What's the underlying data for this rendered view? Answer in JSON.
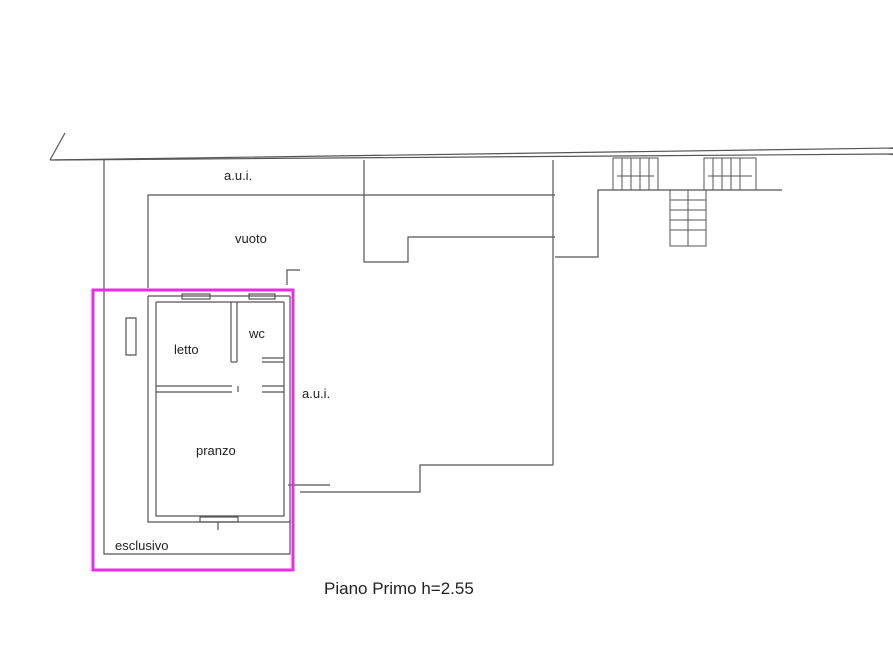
{
  "plan": {
    "caption": "Piano Primo h=2.55",
    "labels": {
      "aui_top": "a.u.i.",
      "vuoto": "vuoto",
      "letto": "letto",
      "wc": "wc",
      "aui_right": "a.u.i.",
      "pranzo": "pranzo",
      "esclusivo": "esclusivo"
    },
    "colors": {
      "walls": "#555555",
      "highlight": "#e62ee6"
    }
  }
}
